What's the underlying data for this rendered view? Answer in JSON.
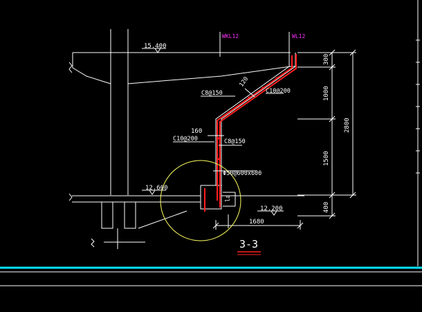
{
  "drawing": {
    "section_title": "3-3",
    "elevations": {
      "top": "15.400",
      "floor": "12.600",
      "ledge": "12.200"
    },
    "pipe_tags": {
      "left": "WKL12",
      "right": "WL12"
    },
    "vertical_dims": {
      "d1": "300",
      "d2": "1000",
      "d3": "1500",
      "d4": "400",
      "total": "2800"
    },
    "horizontal_dims": {
      "bottom": "1680",
      "wall": "160"
    },
    "rebar_labels": {
      "r1": "C8@150",
      "r2": "C10@200",
      "r3": "C10@200",
      "r4": "C8@150",
      "slope": "120",
      "opening": "Φ50@600x600",
      "anchor": "la"
    }
  },
  "colors": {
    "background": "#000000",
    "line": "#ffffff",
    "rebar": "#ff2020",
    "tag": "#ff30ff",
    "circle": "#ffff60",
    "frame_cyan": "#00e5ff"
  }
}
